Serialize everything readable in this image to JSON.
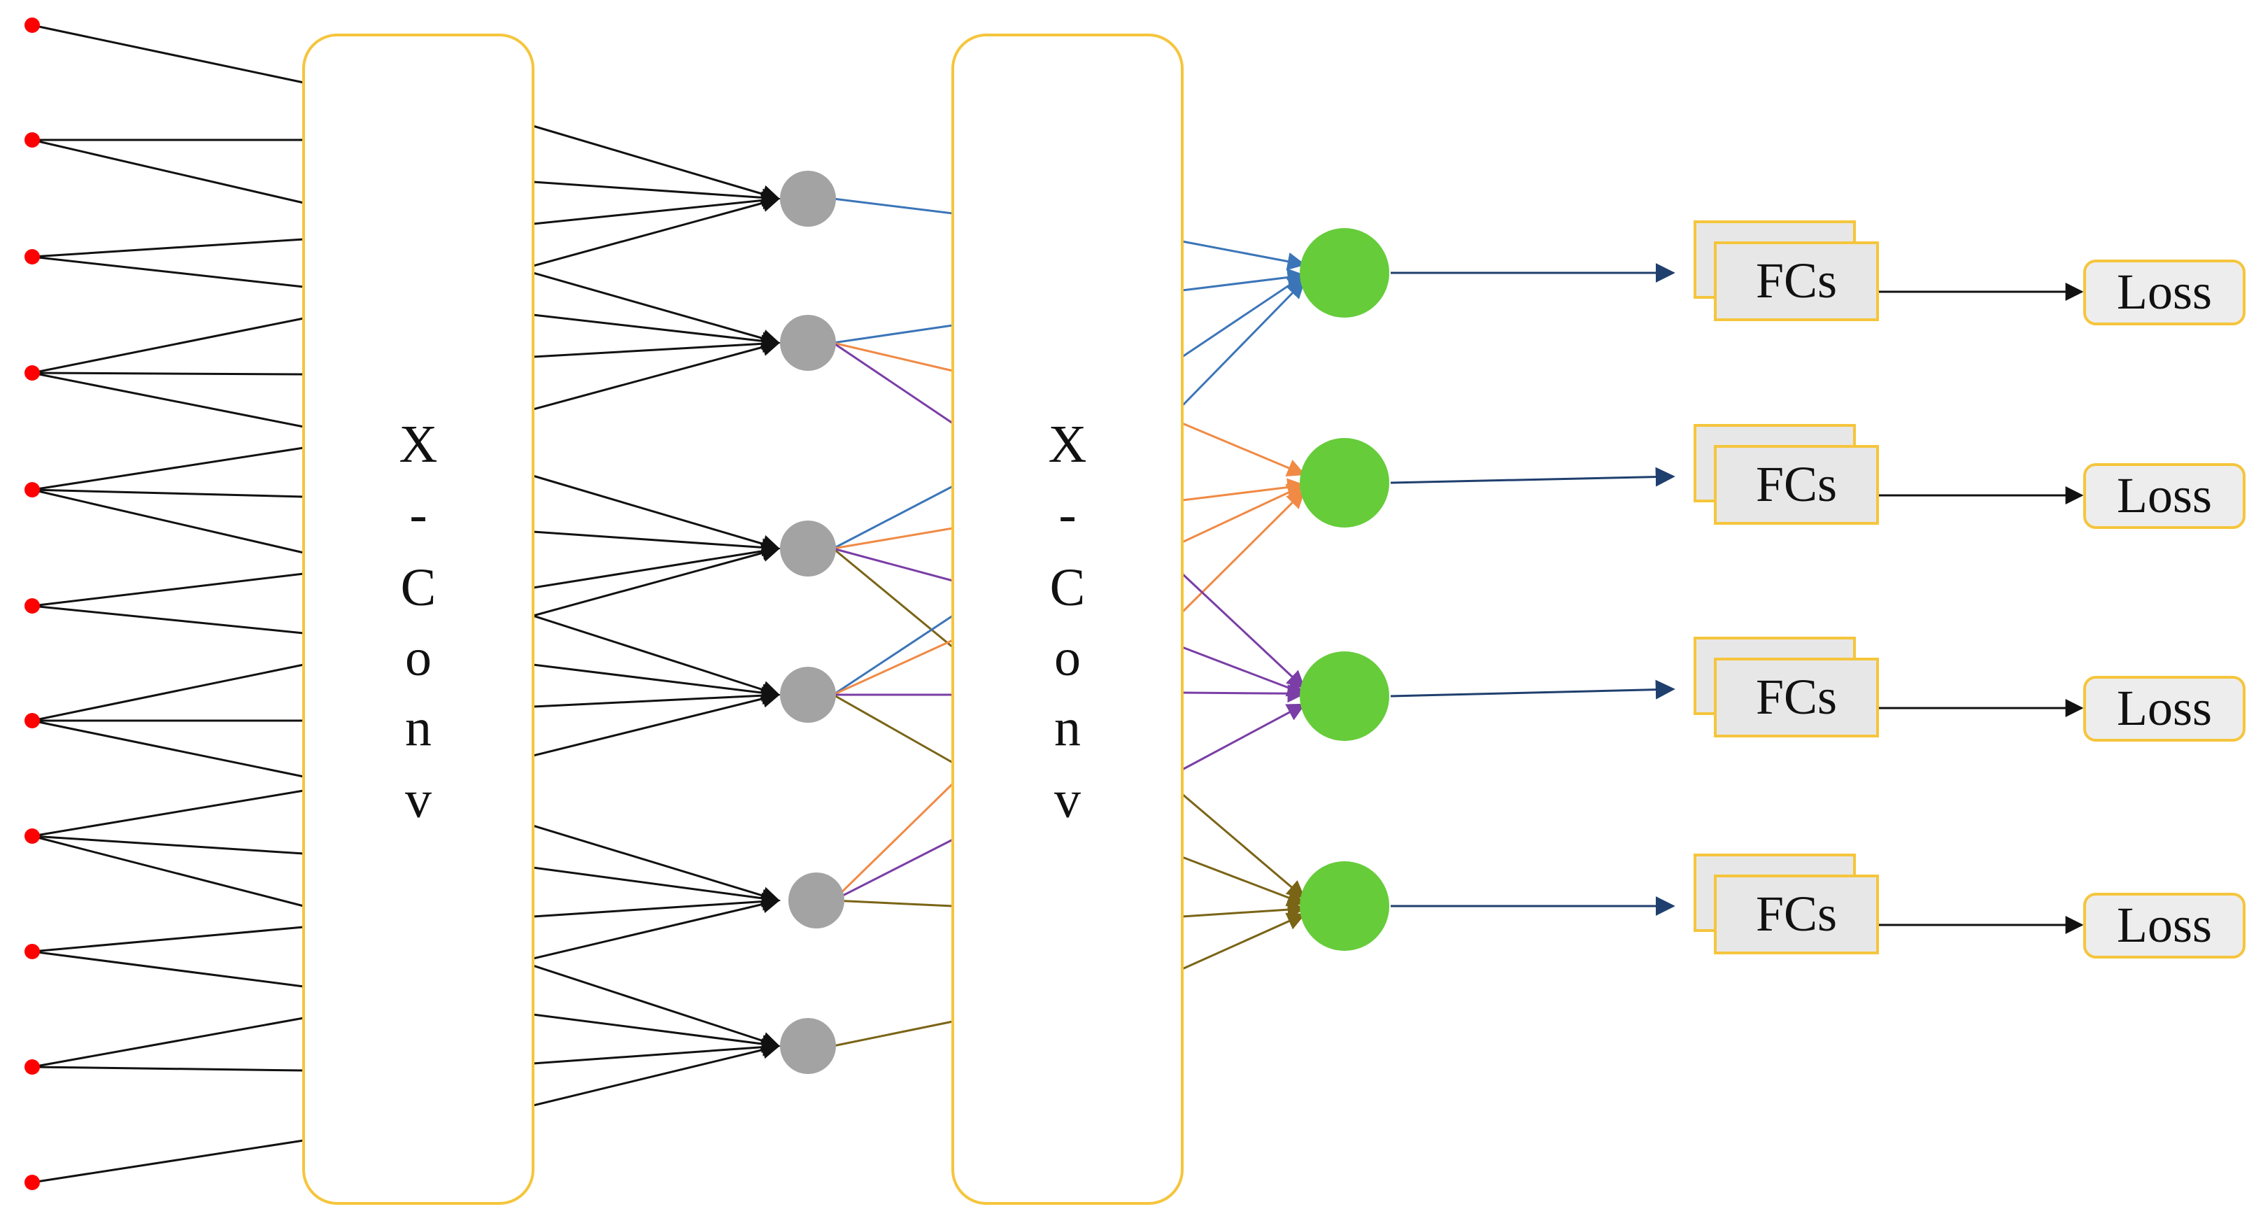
{
  "colors": {
    "background": "#ffffff",
    "box_border": "#f5c53c",
    "input_point": "#ff0000",
    "hidden_node": "#a3a3a3",
    "output_node": "#66cc3a",
    "black_edge": "#111111",
    "fc_fill": "#e7e7e7",
    "loss_fill": "#ededed",
    "output_arrow": "#1f3f6e",
    "branch_colors": [
      "#3b75b8",
      "#f08a45",
      "#7a3ea6",
      "#7a6416"
    ]
  },
  "xconv_1": {
    "letters": [
      "X",
      "-",
      "C",
      "o",
      "n",
      "v"
    ]
  },
  "xconv_2": {
    "letters": [
      "X",
      "-",
      "C",
      "o",
      "n",
      "v"
    ]
  },
  "heads": [
    {
      "fc_label": "FCs",
      "loss_label": "Loss"
    },
    {
      "fc_label": "FCs",
      "loss_label": "Loss"
    },
    {
      "fc_label": "FCs",
      "loss_label": "Loss"
    },
    {
      "fc_label": "FCs",
      "loss_label": "Loss"
    }
  ]
}
